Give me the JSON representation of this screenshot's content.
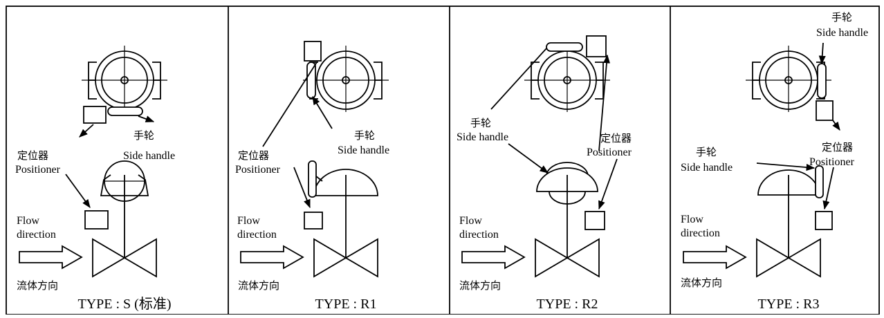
{
  "panels": [
    {
      "type_label": "TYPE : S (标准)",
      "handle_cn": "手轮",
      "handle_en": "Side handle",
      "positioner_cn": "定位器",
      "positioner_en": "Positioner",
      "flow_en_1": "Flow",
      "flow_en_2": "direction",
      "flow_cn": "流体方向"
    },
    {
      "type_label": "TYPE : R1",
      "handle_cn": "手轮",
      "handle_en": "Side handle",
      "positioner_cn": "定位器",
      "positioner_en": "Positioner",
      "flow_en_1": "Flow",
      "flow_en_2": "direction",
      "flow_cn": "流体方向"
    },
    {
      "type_label": "TYPE : R2",
      "handle_cn": "手轮",
      "handle_en": "Side handle",
      "positioner_cn": "定位器",
      "positioner_en": "Positioner",
      "flow_en_1": "Flow",
      "flow_en_2": "direction",
      "flow_cn": "流体方向"
    },
    {
      "type_label": "TYPE : R3",
      "handle_cn": "手轮",
      "handle_en": "Side handle",
      "positioner_cn": "定位器",
      "positioner_en": "Positioner",
      "flow_en_1": "Flow",
      "flow_en_2": "direction",
      "flow_cn": "流体方向"
    }
  ]
}
